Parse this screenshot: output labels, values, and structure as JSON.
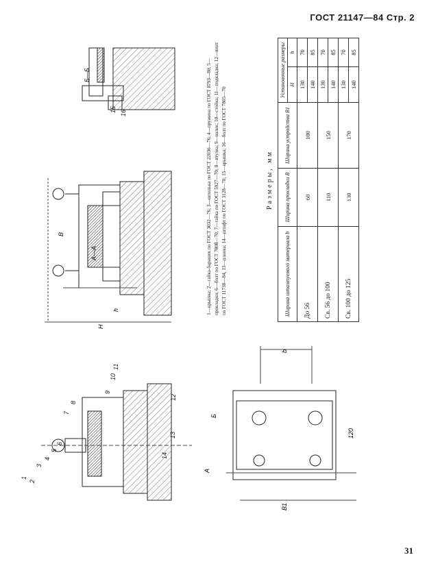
{
  "header": {
    "standard": "ГОСТ 21147—84",
    "page_label": "Стр. 2"
  },
  "page_number": "31",
  "caption": "1—крышка; 2—гайка-барашек по ГОСТ 3032—76; 3—шпилька по ГОСТ 22036—76; 4—пружина по ГОСТ 8793—80; 5—прокладки; 6—болт по ГОСТ 7808—70; 7—гайка по ГОСТ 5927—70; 8—втулка; 9—валик; 10—стойка; 11—подкладка; 12—винт по ГОСТ 11738—84; 13—планка; 14—штифт по ГОСТ 3128—70; 15—крышка; 16—болт по ГОСТ 7805—70",
  "table": {
    "title": "Размеры, мм",
    "headers": {
      "col1": "Ширина штампуемого материала b",
      "col2": "Ширина прокладки B",
      "col3": "Ширина устройства B1",
      "group": "Установочные размеры",
      "col4": "H",
      "col5": "h"
    },
    "rows": [
      {
        "b": "До 56",
        "B": "60",
        "B1": "100",
        "H": [
          "130",
          "140"
        ],
        "h": [
          "70",
          "85"
        ]
      },
      {
        "b": "Св. 56 до 100",
        "B": "110",
        "B1": "150",
        "H": [
          "130",
          "140"
        ],
        "h": [
          "70",
          "85"
        ]
      },
      {
        "b": "Св. 100 до 125",
        "B": "130",
        "B1": "170",
        "H": [
          "130",
          "140"
        ],
        "h": [
          "70",
          "85"
        ]
      }
    ]
  },
  "drawing_labels": {
    "section_aa": "А—А",
    "section_bb": "Б—Б",
    "dim_B": "B",
    "dim_h": "h",
    "dim_H": "H",
    "dim_b": "b",
    "dim_B1": "B1",
    "dim_120": "120",
    "cut_A": "А",
    "cut_B": "Б",
    "item_numbers": [
      "1",
      "2",
      "3",
      "4",
      "5",
      "6",
      "7",
      "8",
      "9",
      "10",
      "11",
      "12",
      "13",
      "14",
      "15",
      "16"
    ]
  }
}
